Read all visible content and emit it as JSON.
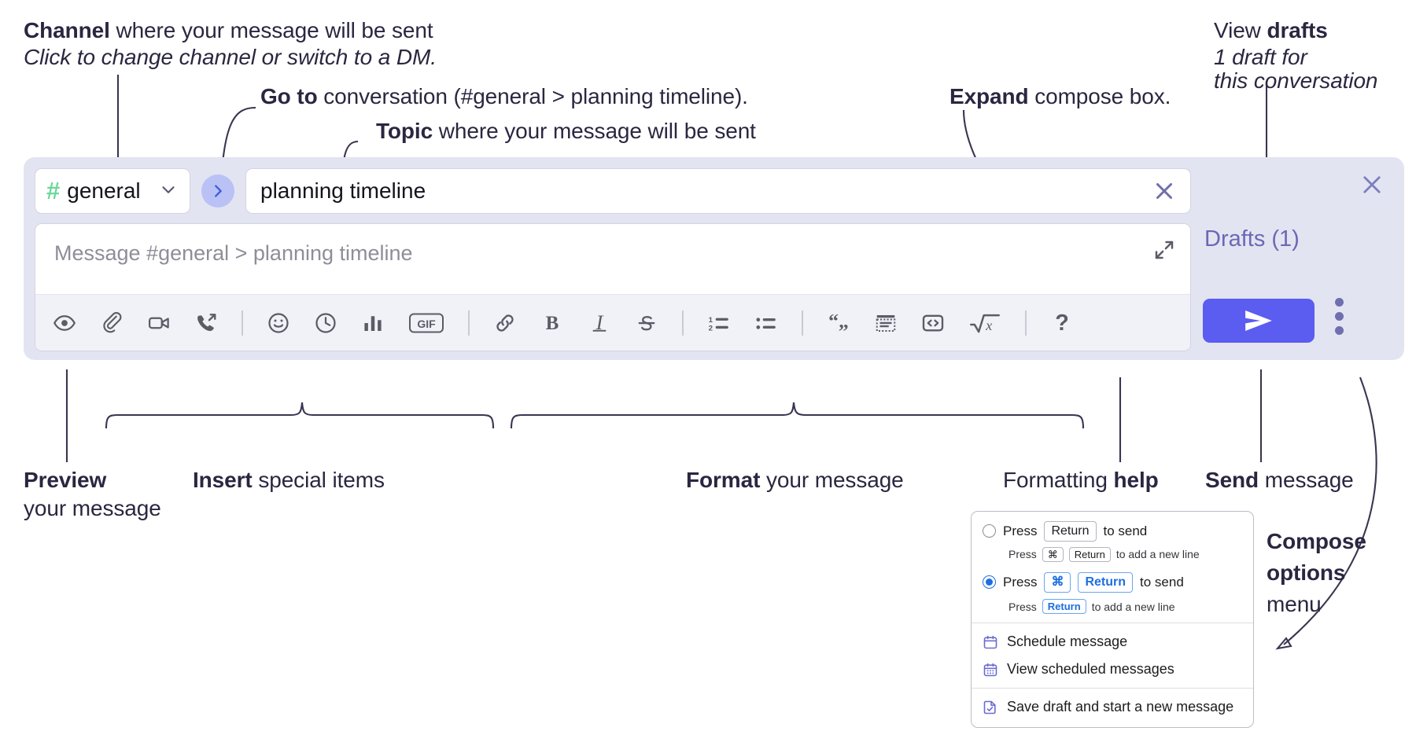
{
  "annotations": {
    "channel": {
      "bold": "Channel",
      "rest": " where your message will be sent",
      "italic": "Click to change channel or switch to a DM."
    },
    "goto": {
      "bold": "Go to",
      "rest": " conversation (#general > planning timeline)."
    },
    "topic": {
      "bold": "Topic",
      "rest": " where your message will be sent"
    },
    "expand": {
      "bold": "Expand",
      "rest": " compose box."
    },
    "drafts": {
      "prefix": "View ",
      "bold": "drafts",
      "italic1": "1 draft for",
      "italic2": "this conversation"
    },
    "preview": {
      "bold": "Preview",
      "line2": "your message"
    },
    "insert": {
      "bold": "Insert",
      "rest": " special items"
    },
    "format": {
      "bold": "Format",
      "rest": " your message"
    },
    "help": {
      "prefix": "Formatting ",
      "bold": "help"
    },
    "send": {
      "bold": "Send",
      "rest": " message"
    },
    "compose_options": {
      "bold1": "Compose",
      "bold2": "options",
      "rest": "menu"
    }
  },
  "compose": {
    "channel": {
      "hash": "#",
      "name": "general",
      "chevron_icon": "chevron-down-icon"
    },
    "goto_button": {
      "icon": "chevron-right-icon"
    },
    "topic": {
      "value": "planning timeline",
      "clear_icon": "close-icon"
    },
    "message": {
      "placeholder": "Message #general > planning timeline",
      "expand_icon": "expand-icon"
    },
    "toolbar": [
      {
        "name": "preview-icon",
        "label": "Preview"
      },
      {
        "name": "attachment-icon",
        "label": "Attach file"
      },
      {
        "name": "video-icon",
        "label": "Video clip"
      },
      {
        "name": "audio-call-icon",
        "label": "Audio clip"
      },
      {
        "name": "separator",
        "label": ""
      },
      {
        "name": "emoji-icon",
        "label": "Emoji"
      },
      {
        "name": "clock-icon",
        "label": "Recent"
      },
      {
        "name": "poll-icon",
        "label": "Poll"
      },
      {
        "name": "gif-icon",
        "label": "GIF"
      },
      {
        "name": "separator",
        "label": ""
      },
      {
        "name": "link-icon",
        "label": "Link"
      },
      {
        "name": "bold-icon",
        "label": "B"
      },
      {
        "name": "italic-icon",
        "label": "I"
      },
      {
        "name": "strikethrough-icon",
        "label": "S"
      },
      {
        "name": "separator",
        "label": ""
      },
      {
        "name": "ordered-list-icon",
        "label": "Ordered list"
      },
      {
        "name": "bulleted-list-icon",
        "label": "Bulleted list"
      },
      {
        "name": "separator",
        "label": ""
      },
      {
        "name": "blockquote-icon",
        "label": "Blockquote"
      },
      {
        "name": "code-block-icon",
        "label": "Code block"
      },
      {
        "name": "code-icon",
        "label": "Code"
      },
      {
        "name": "math-icon",
        "label": "Math"
      },
      {
        "name": "separator",
        "label": ""
      },
      {
        "name": "help-icon",
        "label": "?"
      }
    ],
    "right": {
      "close_icon": "close-icon",
      "drafts_label": "Drafts (1)",
      "send_icon": "send-icon",
      "options_icon": "kebab-menu-icon"
    }
  },
  "dropdown": {
    "option1": {
      "selected": false,
      "press": "Press",
      "key": "Return",
      "to_send": "to send",
      "sub_press": "Press",
      "sub_key1": "⌘",
      "sub_key2": "Return",
      "sub_tail": "to add a new line"
    },
    "option2": {
      "selected": true,
      "press": "Press",
      "key1": "⌘",
      "key2": "Return",
      "to_send": "to send",
      "sub_press": "Press",
      "sub_key": "Return",
      "sub_tail": "to add a new line"
    },
    "items": [
      {
        "icon": "calendar-schedule-icon",
        "label": "Schedule message"
      },
      {
        "icon": "calendar-grid-icon",
        "label": "View scheduled messages"
      },
      {
        "icon": "save-draft-icon",
        "label": "Save draft and start a new message"
      }
    ]
  },
  "colors": {
    "panel_bg": "#e3e4f1",
    "send_button": "#5b5cf0",
    "hash_green": "#6ed79b",
    "goto_circle": "#b9c1f5",
    "drafts_text": "#6a68b5",
    "accent_blue": "#1d6fe0",
    "ink": "#2b2640"
  }
}
